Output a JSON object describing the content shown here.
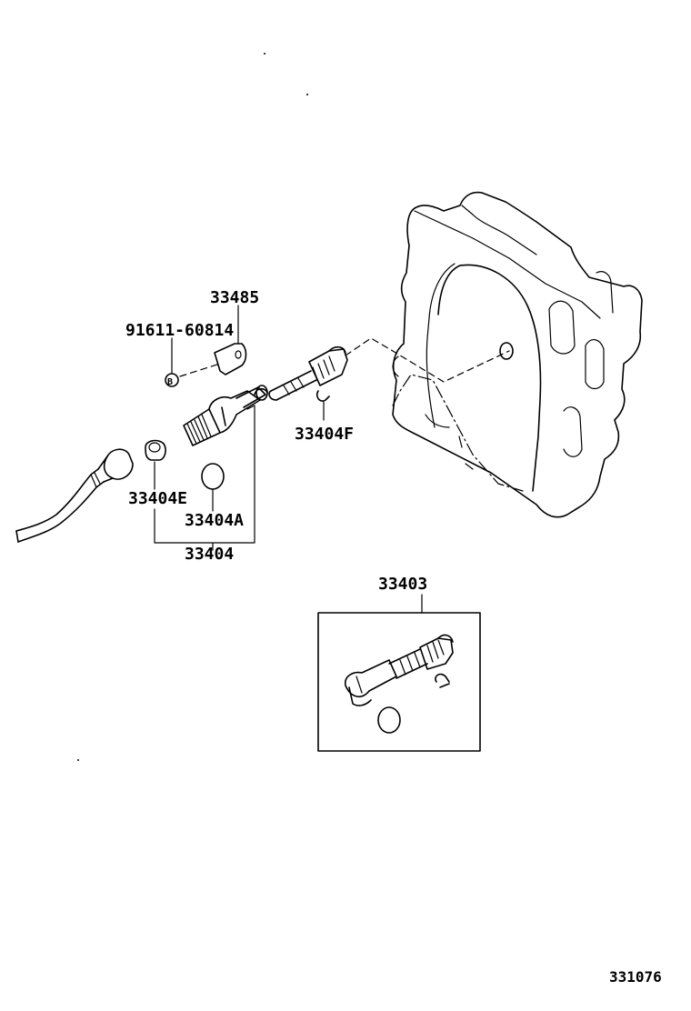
{
  "parts": {
    "p33485": "33485",
    "p91611": "91611-60814",
    "p33404F": "33404F",
    "p33404E": "33404E",
    "p33404A": "33404A",
    "p33404": "33404",
    "p33403": "33403",
    "bolt_symbol": "B"
  },
  "footer": {
    "diagram_id": "331076"
  }
}
